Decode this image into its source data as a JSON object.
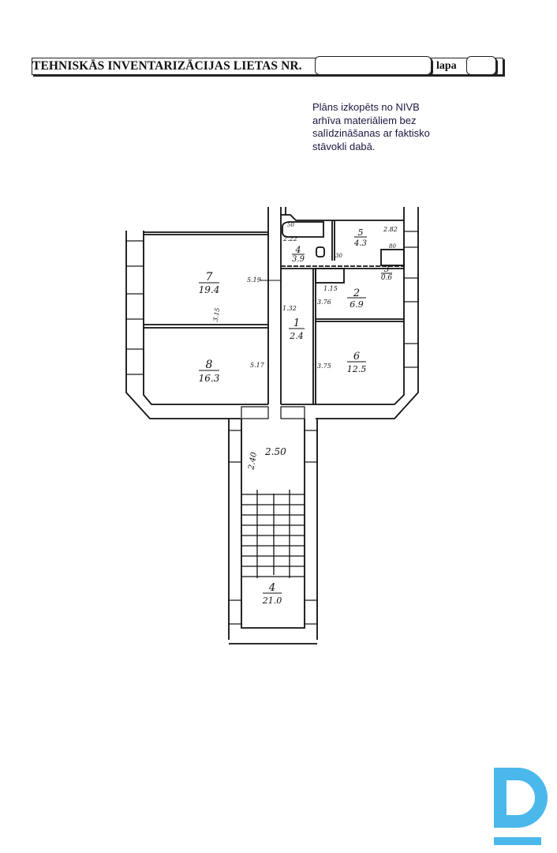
{
  "header": {
    "title": "TEHNISKĀS INVENTARIZĀCIJAS LIETAS NR.",
    "case_number": "",
    "page_label": "lapa",
    "page_number": ""
  },
  "note": {
    "lines": [
      "Plāns izkopēts no NIVB",
      "arhīva materiāliem bez",
      "salīdzināšanas ar faktisko",
      "stāvokli dabā."
    ]
  },
  "rooms": [
    {
      "number": "7",
      "area": "19.4"
    },
    {
      "number": "8",
      "area": "16.3"
    },
    {
      "number": "1",
      "area": "2.4"
    },
    {
      "number": "6",
      "area": "12.5"
    },
    {
      "number": "2",
      "area": "6.9"
    },
    {
      "number": "4",
      "area": "3.9"
    },
    {
      "number": "5",
      "area": "4.3"
    },
    {
      "number": "3",
      "area": "0.6"
    },
    {
      "number": "4",
      "area": "21.0"
    }
  ],
  "dimensions": {
    "d519": "5.19",
    "d315": "3.15",
    "d517": "5.17",
    "d132": "1.32",
    "d376": "3.76",
    "d375": "3.75",
    "d115": "1.15",
    "d282": "2.82",
    "d222": "2.22",
    "d250": "2.50",
    "d240": "2.40",
    "d50": "50",
    "d30": "30",
    "d80": "80"
  },
  "logo": {
    "letter": "D",
    "color": "#4bb8ec"
  }
}
